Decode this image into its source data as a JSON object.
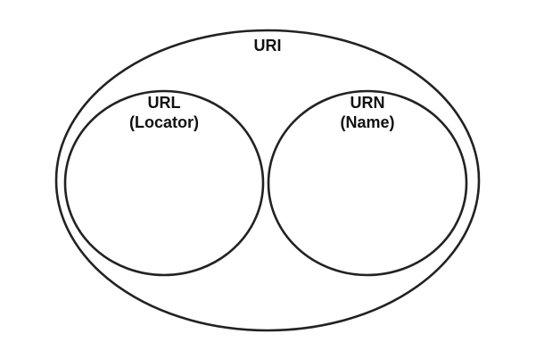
{
  "diagram": {
    "outer": {
      "label": "URI"
    },
    "left": {
      "title": "URL",
      "subtitle": "(Locator)"
    },
    "right": {
      "title": "URN",
      "subtitle": "(Name)"
    }
  }
}
